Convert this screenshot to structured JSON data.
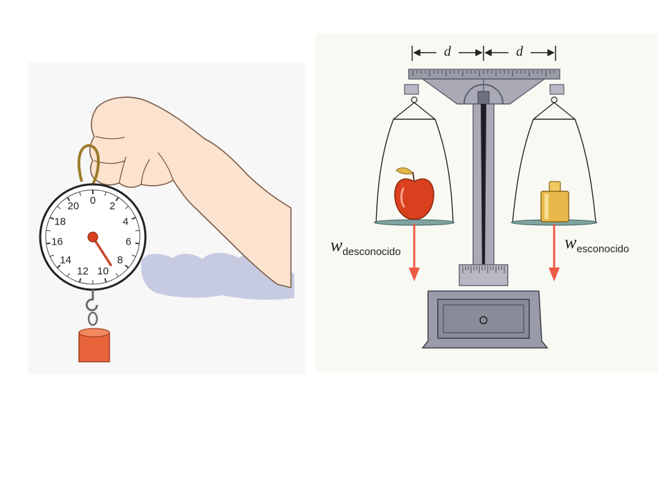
{
  "spring_scale": {
    "dial_numbers": [
      "0",
      "2",
      "4",
      "6",
      "8",
      "10",
      "12",
      "14",
      "16",
      "18",
      "20"
    ],
    "pointer_reading": 9
  },
  "balance": {
    "dimension_left_label": "d",
    "dimension_right_label": "d",
    "left_weight_label": "w",
    "left_weight_subscript": "desconocido",
    "right_weight_label": "w",
    "right_weight_subscript": "esconocido"
  },
  "colors": {
    "skin": "#fbe3cf",
    "skin_outline": "#7a5a48",
    "apple": "#d9401e",
    "weight_gold": "#e8b84a",
    "mass_orange": "#e8643a",
    "arrow_red": "#ec5a45",
    "metal": "#9a9ba8",
    "metal_dark": "#5d5e6c",
    "background_blob": "#c7cbe2"
  }
}
